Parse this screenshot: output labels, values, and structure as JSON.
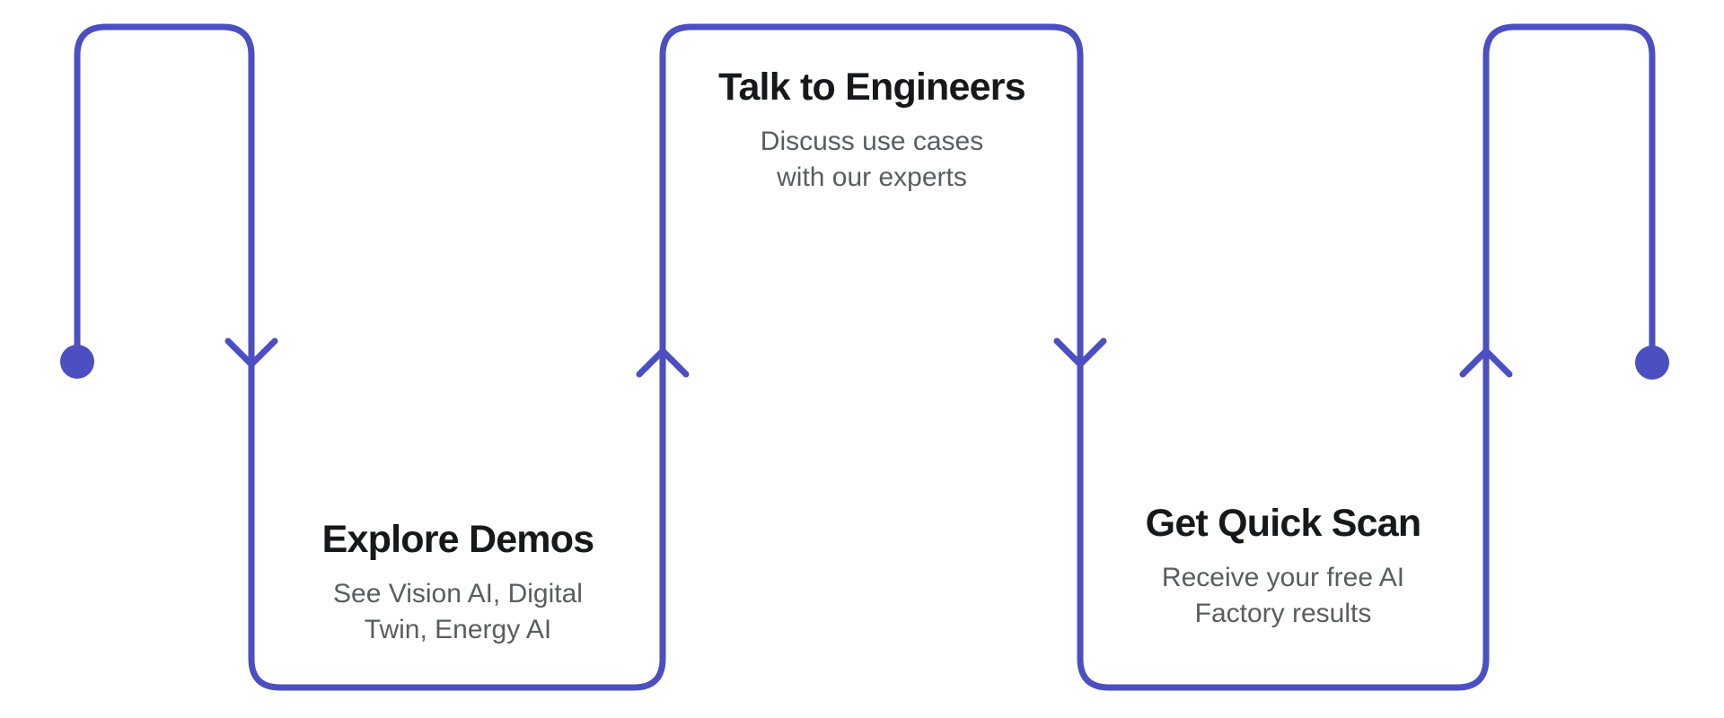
{
  "colors": {
    "accent": "#4b4fc2",
    "title": "#17181b",
    "subtitle": "#5a5c61",
    "background": "#ffffff"
  },
  "flow": {
    "steps": [
      {
        "title": "Explore Demos",
        "subtitle": "See Vision AI, Digital\nTwin, Energy AI"
      },
      {
        "title": "Talk to Engineers",
        "subtitle": "Discuss use cases\nwith our experts"
      },
      {
        "title": "Get Quick Scan",
        "subtitle": "Receive your free AI\nFactory results"
      }
    ]
  }
}
